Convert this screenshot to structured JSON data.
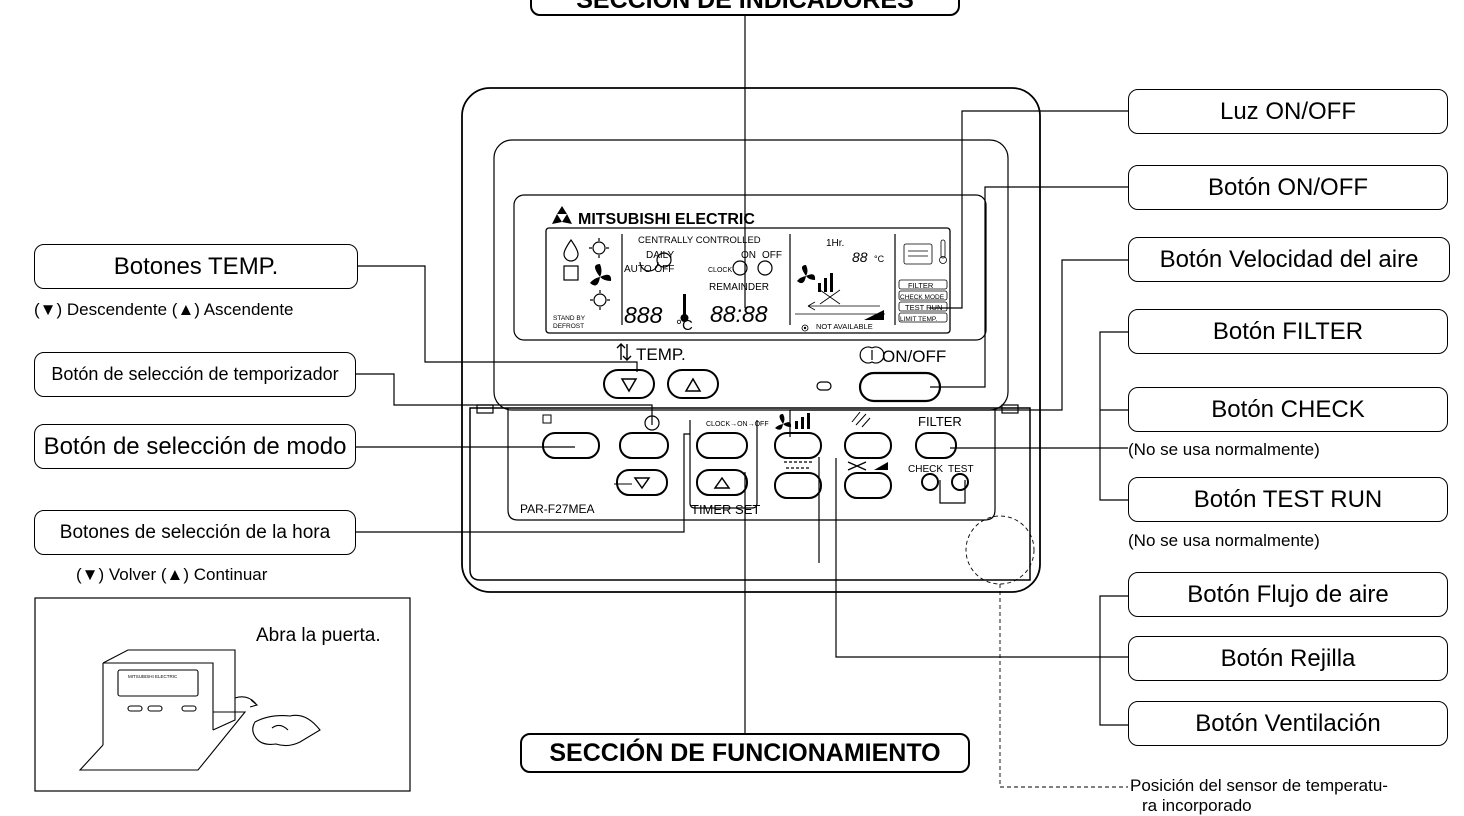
{
  "sections": {
    "indicators_title": "SECCIÓN DE INDICADORES",
    "operation_title": "SECCIÓN DE FUNCIONAMIENTO"
  },
  "labels_left": {
    "temp_buttons": "Botones TEMP.",
    "temp_note": "(▼) Descendente (▲) Ascendente",
    "timer_select": "Botón de selección de temporizador",
    "mode_select": "Botón de selección de modo",
    "time_select": "Botones de selección de la hora",
    "time_note": "(▼) Volver (▲) Continuar"
  },
  "labels_right": {
    "on_off_light": "Luz ON/OFF",
    "on_off_button": "Botón ON/OFF",
    "fan_speed": "Botón Velocidad del aire",
    "filter": "Botón FILTER",
    "check": "Botón CHECK",
    "check_note": "(No se usa normalmente)",
    "test_run": "Botón TEST RUN",
    "test_run_note": "(No se usa normalmente)",
    "airflow": "Botón Flujo de aire",
    "louver": "Botón Rejilla",
    "ventilation": "Botón Ventilación",
    "sensor_note_1": "Posición del sensor de temperatu-",
    "sensor_note_2": "ra incorporado"
  },
  "inset": {
    "caption": "Abra la puerta.",
    "brand_small": "MITSUBISHI ELECTRIC"
  },
  "device": {
    "brand": "MITSUBISHI ELECTRIC",
    "model": "PAR-F27MEA",
    "lcd": {
      "centrally_controlled": "CENTRALLY CONTROLLED",
      "daily": "DAILY",
      "auto_off": "AUTO OFF",
      "on": "ON",
      "off": "OFF",
      "clock": "CLOCK",
      "remainder": "REMAINDER",
      "one_hr": "1Hr.",
      "deg_c_small": "°C",
      "deg_c": "°C",
      "temp_digits": "888",
      "time_digits": "88:88",
      "small_digits": "88",
      "stand_by": "STAND BY",
      "defrost": "DEFROST",
      "not_available": "NOT AVAILABLE",
      "filter": "FILTER",
      "check_mode": "CHECK MODE",
      "test_run": "TEST RUN",
      "limit_temp": "LIMIT TEMP."
    },
    "panel": {
      "temp": "TEMP.",
      "on_off": "ON/OFF",
      "filter": "FILTER",
      "check": "CHECK",
      "test": "TEST",
      "timer_set": "TIMER SET",
      "clock_on_off": "CLOCK→ON→OFF"
    }
  }
}
